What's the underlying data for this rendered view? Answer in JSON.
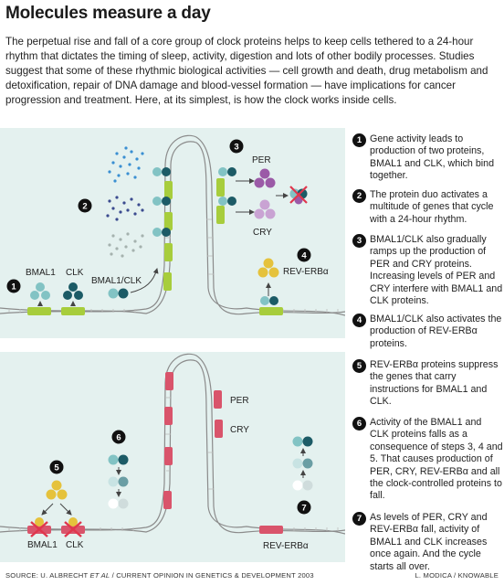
{
  "header": {
    "title": "Molecules measure a day",
    "intro": "The perpetual rise and fall of a core group of clock proteins helps to keep cells tethered to a 24-hour rhythm that dictates the timing of sleep, activity, digestion and lots of other bodily processes. Studies suggest that some of these rhythmic biological activities — cell growth and death, drug metabolism and detoxification, repair of DNA damage and blood-vessel formation — have implications for cancer progression and treatment. Here, at its simplest, is how the clock works inside cells."
  },
  "panel1": {
    "labels": {
      "bmal1": "BMAL1",
      "clk": "CLK",
      "bmal1_clk": "BMAL1/CLK",
      "per": "PER",
      "cry": "CRY",
      "rev_erb": "REV-ERBα"
    },
    "markers": [
      "1",
      "2",
      "3",
      "4"
    ]
  },
  "panel2": {
    "labels": {
      "bmal1": "BMAL1",
      "clk": "CLK",
      "per": "PER",
      "cry": "CRY",
      "rev_erb": "REV-ERBα"
    },
    "markers": [
      "5",
      "6",
      "7"
    ]
  },
  "steps": [
    {
      "num": "1",
      "text": "Gene activity leads to production of two proteins, BMAL1 and CLK, which bind together."
    },
    {
      "num": "2",
      "text": "The protein duo activates a multitude of genes that cycle with a 24-hour rhythm."
    },
    {
      "num": "3",
      "text": "BMAL1/CLK also gradually ramps up the production of PER and CRY proteins. Increasing levels of PER and CRY interfere with BMAL1 and CLK proteins."
    },
    {
      "num": "4",
      "text": "BMAL1/CLK also activates the production of REV-ERBα proteins."
    },
    {
      "num": "5",
      "text": "REV-ERBα proteins suppress the genes that carry instructions for BMAL1 and CLK."
    },
    {
      "num": "6",
      "text": "Activity of the BMAL1 and CLK proteins falls as a consequence of steps 3, 4 and 5. That causes production of PER, CRY, REV-ERBα and all the clock-controlled proteins to fall."
    },
    {
      "num": "7",
      "text": "As levels of PER, CRY and REV-ERBα fall, activity of BMAL1 and CLK increases once again. And the cycle starts all over."
    }
  ],
  "footer": {
    "source_prefix": "SOURCE: U. ALBRECHT ",
    "source_italic": "ET AL",
    "source_suffix": " / CURRENT OPINION IN GENETICS & DEVELOPMENT 2003",
    "credit": "L. MODICA / KNOWABLE"
  },
  "colors": {
    "panel_bg": "#e4f1ef",
    "active_gene": "#a7cd3c",
    "repressed_gene": "#d9546b",
    "bmal1": "#82c3c4",
    "clk": "#1c5b66",
    "per": "#9b5aa7",
    "cry": "#c9a3d3",
    "rev_erb": "#e5c23c",
    "repress_x": "#e0364d",
    "dna": "#8b8b8b"
  }
}
